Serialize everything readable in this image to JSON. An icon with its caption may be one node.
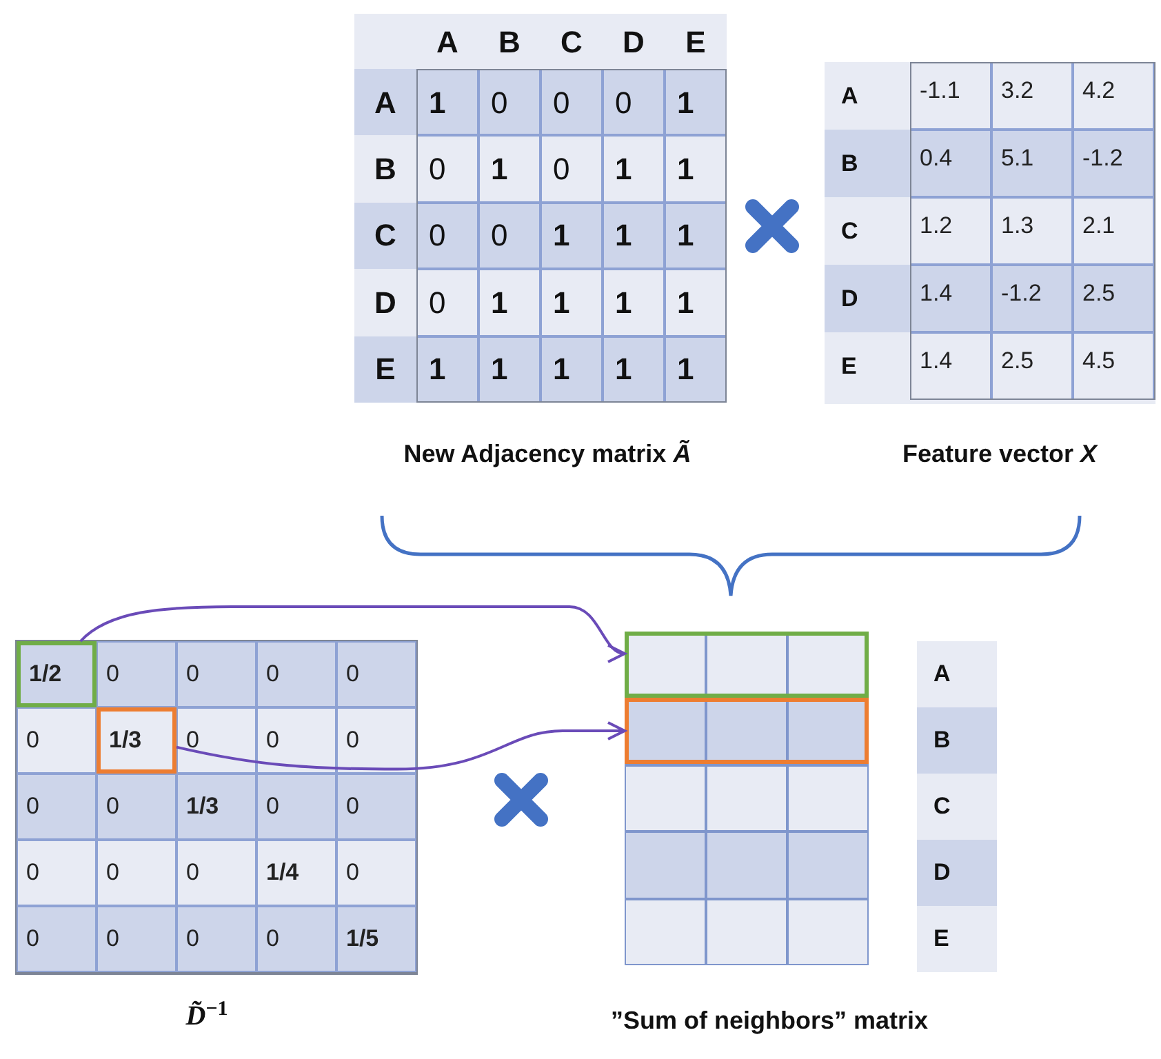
{
  "diagram": {
    "nodes": [
      {
        "text": [
          "1/2"
        ]
      },
      {
        "text": [
          "1/3"
        ]
      },
      {
        "text": [],
        "shape": "box"
      },
      {
        "text": [],
        "shape": "box"
      }
    ],
    "edges": [
      {
        "from": 0,
        "to": 2,
        "arrow": "to"
      },
      {
        "from": 1,
        "to": 3,
        "arrow": "to"
      }
    ],
    "labels": [
      "A",
      "B",
      "C",
      "D",
      "E",
      "A",
      "1",
      "0",
      "0",
      "0",
      "1",
      "B",
      "0",
      "1",
      "0",
      "1",
      "1",
      "C",
      "0",
      "0",
      "1",
      "1",
      "1",
      "D",
      "0",
      "1",
      "1",
      "1",
      "1",
      "E",
      "1",
      "1",
      "1",
      "1",
      "1",
      "New Adjacency matrix *Ã*",
      "A",
      "-1.1",
      "3.2",
      "4.2",
      "B",
      "0.4",
      "5.1",
      "-1.2",
      "C",
      "1.2",
      "1.3",
      "2.1",
      "D",
      "1.4",
      "-1.2",
      "2.5",
      "E",
      "1.4",
      "2.5",
      "4.5",
      "Feature vector *X*",
      "0",
      "0",
      "0",
      "0",
      "0",
      "0",
      "0",
      "0",
      "0",
      "0",
      "1/3",
      "0",
      "0",
      "0",
      "0",
      "0",
      "1/4",
      "0",
      "0",
      "0",
      "0",
      "0",
      "1/5",
      "*D̃*$^{−1}$",
      "A",
      "B",
      "C",
      "D",
      "E",
      "”Sum of neighbors” matrix"
    ]
  }
}
